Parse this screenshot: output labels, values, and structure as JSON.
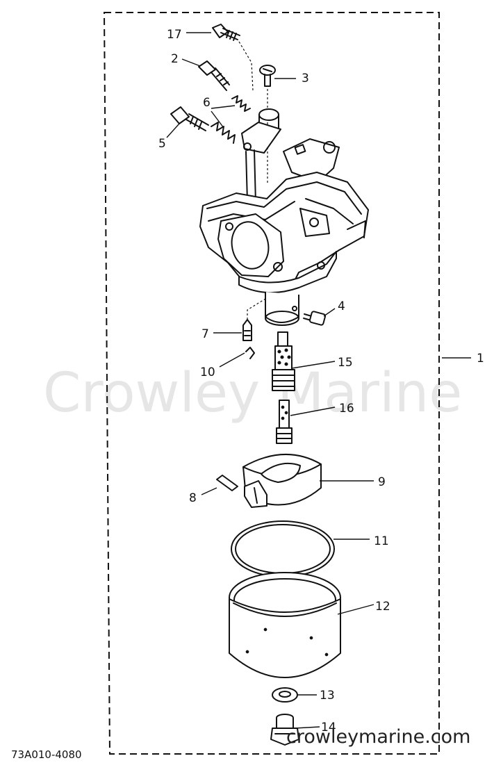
{
  "diagram": {
    "drawing_code": "73A010-4080",
    "watermark": "Crowley Marine",
    "website": "crowleymarine.com",
    "assembly_callout": "1",
    "callouts": [
      {
        "id": "17",
        "label": "17"
      },
      {
        "id": "2",
        "label": "2"
      },
      {
        "id": "3",
        "label": "3"
      },
      {
        "id": "6",
        "label": "6"
      },
      {
        "id": "5",
        "label": "5"
      },
      {
        "id": "4",
        "label": "4"
      },
      {
        "id": "7",
        "label": "7"
      },
      {
        "id": "10",
        "label": "10"
      },
      {
        "id": "15",
        "label": "15"
      },
      {
        "id": "16",
        "label": "16"
      },
      {
        "id": "9",
        "label": "9"
      },
      {
        "id": "8",
        "label": "8"
      },
      {
        "id": "11",
        "label": "11"
      },
      {
        "id": "12",
        "label": "12"
      },
      {
        "id": "13",
        "label": "13"
      },
      {
        "id": "14",
        "label": "14"
      }
    ]
  }
}
